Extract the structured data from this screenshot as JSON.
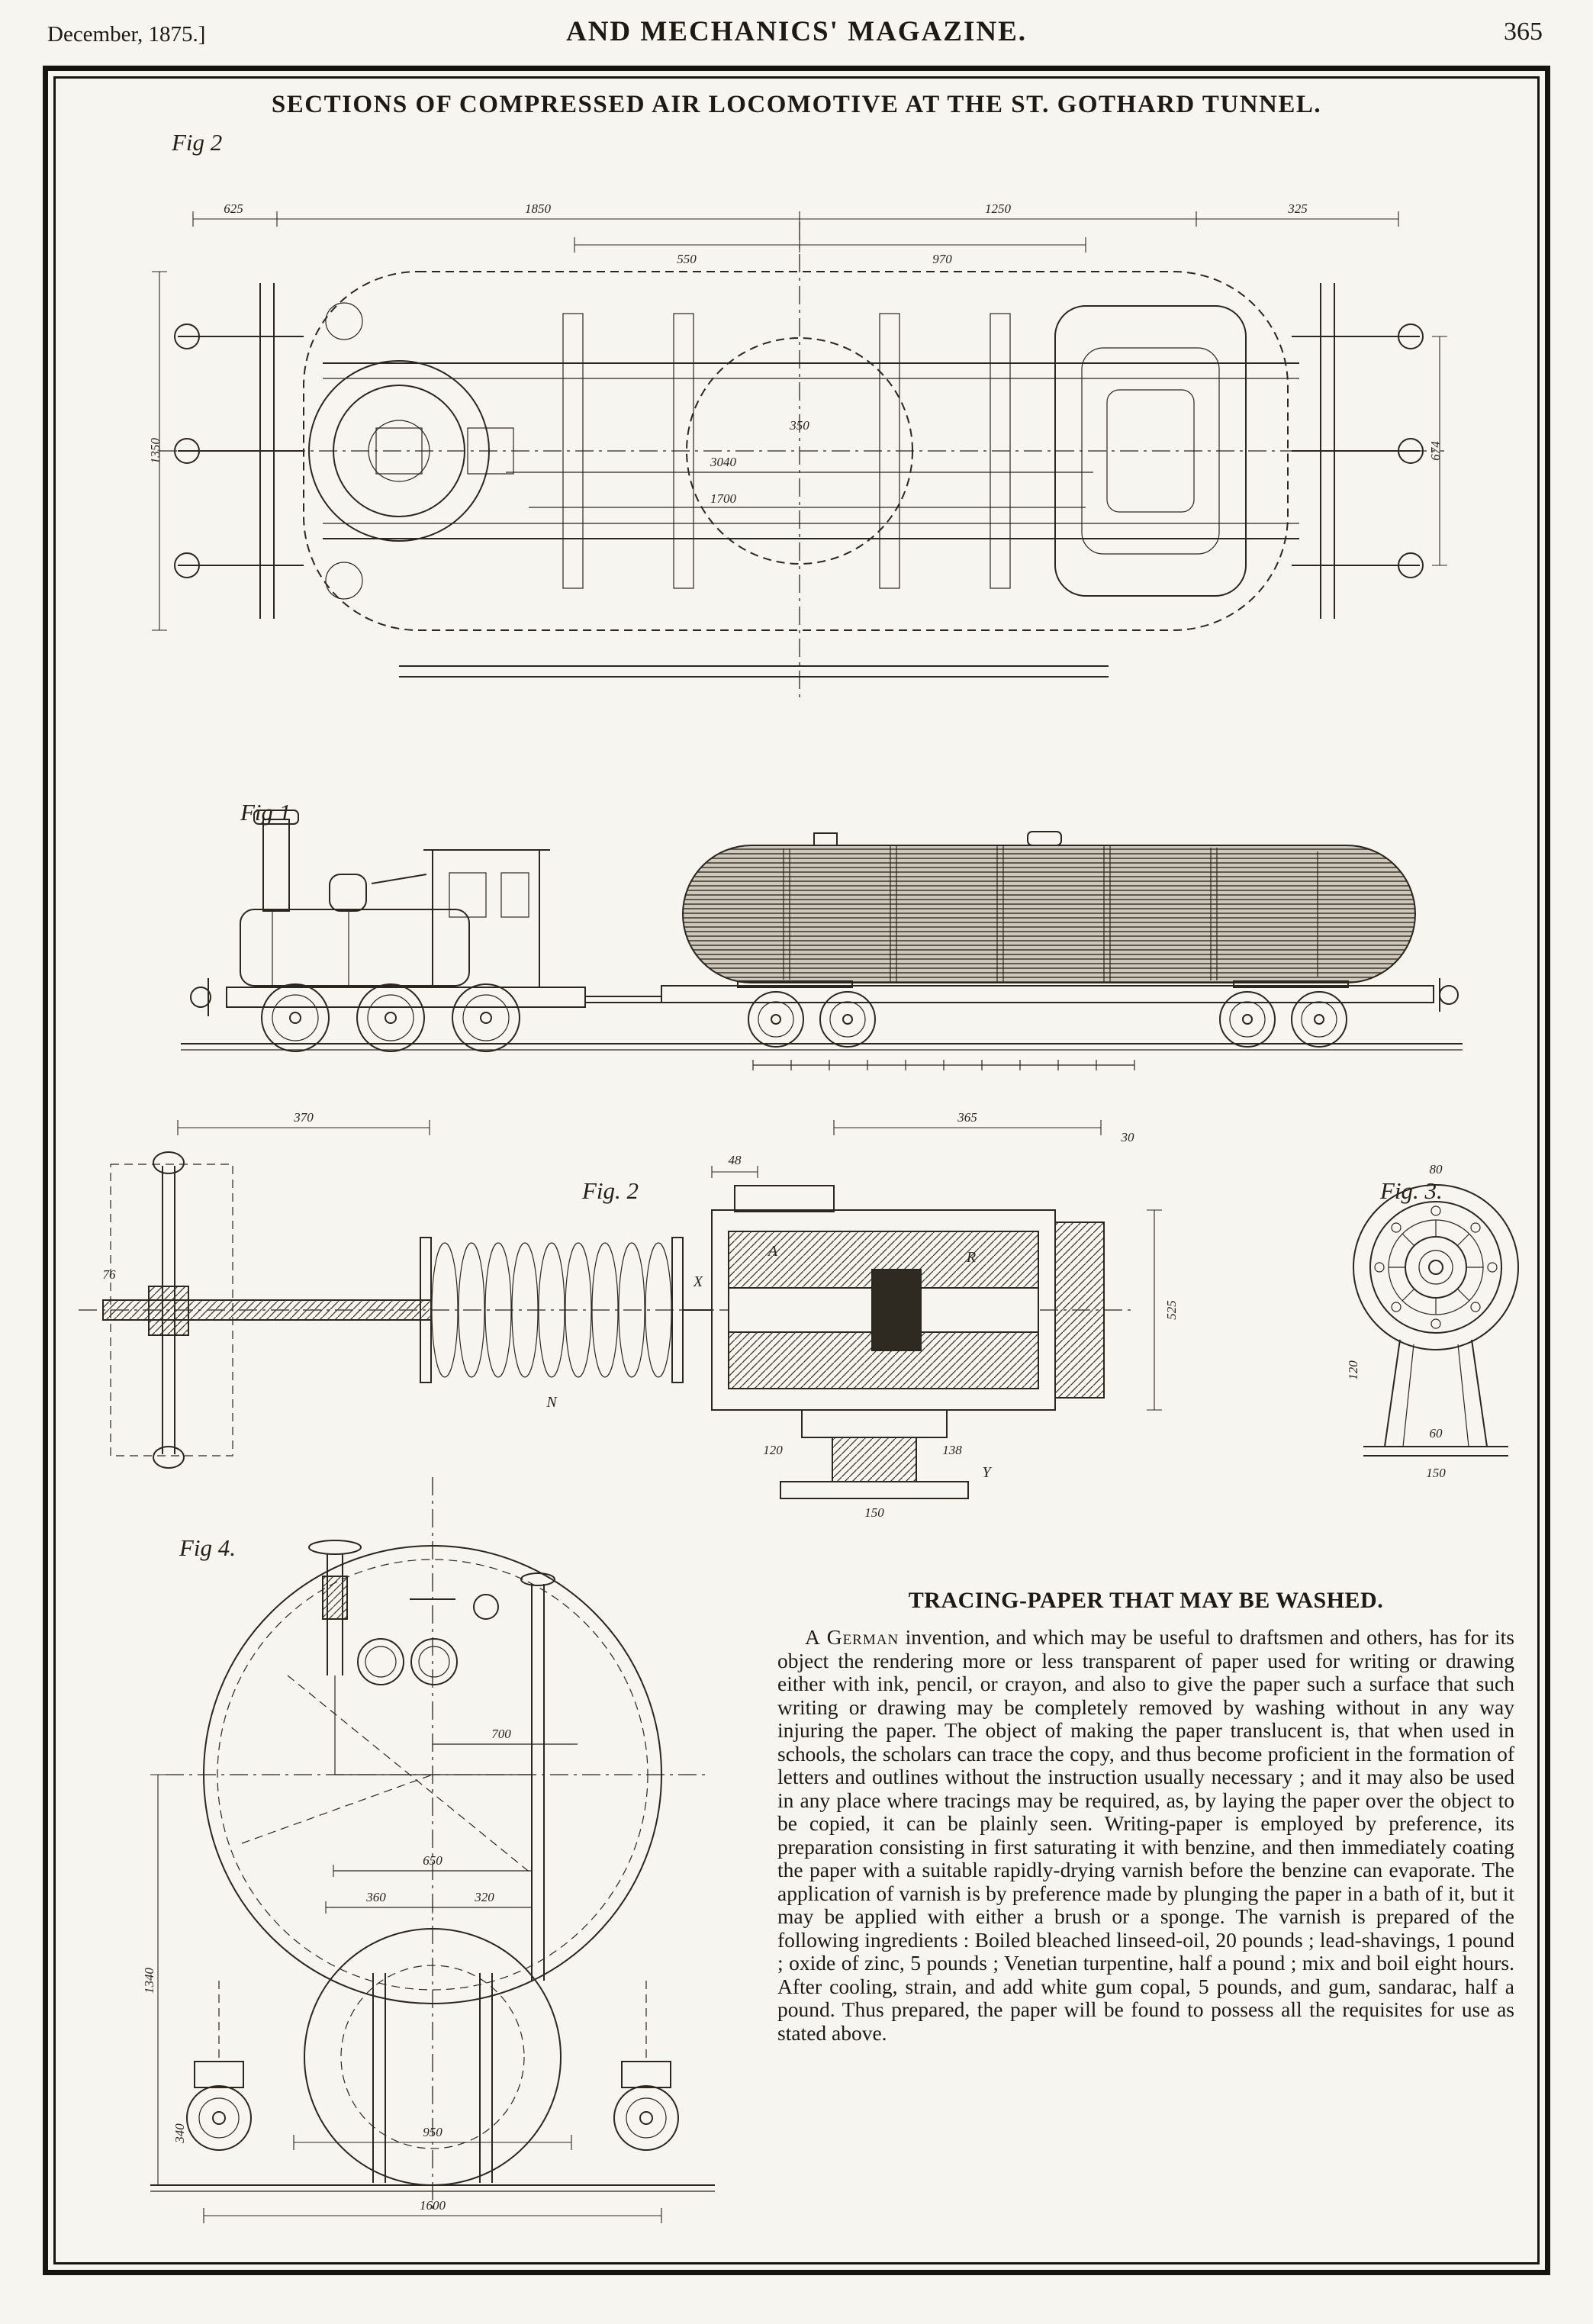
{
  "header": {
    "date": "December, 1875.]",
    "title": "AND MECHANICS' MAGAZINE.",
    "page_number": "365"
  },
  "plate": {
    "title": "SECTIONS OF COMPRESSED AIR LOCOMOTIVE AT THE ST. GOTHARD TUNNEL.",
    "plan": {
      "label": "Fig 2",
      "dims_top": [
        "625",
        "1850",
        "1250",
        "550",
        "970",
        "325"
      ],
      "dims_side": [
        "1350",
        "674"
      ],
      "dims_inner": [
        "3040",
        "350",
        "1700"
      ]
    },
    "side": {
      "label": "Fig 1"
    },
    "mech": {
      "label": "Fig. 2",
      "dims": [
        "370",
        "48",
        "365",
        "30",
        "525",
        "76",
        "120",
        "138",
        "150"
      ],
      "letters": [
        "N",
        "A",
        "R",
        "X",
        "Y"
      ]
    },
    "end_view": {
      "label": "Fig. 3.",
      "dims": [
        "80",
        "120",
        "60",
        "150"
      ]
    },
    "front": {
      "label": "Fig 4.",
      "dims": [
        "700",
        "650",
        "360",
        "320",
        "950",
        "1600",
        "1340",
        "340"
      ]
    }
  },
  "article": {
    "title": "TRACING-PAPER THAT MAY BE WASHED.",
    "lead": "A German",
    "body": "invention, and which may be useful to draftsmen and others, has for its object the rendering more or less transparent of paper used for writing or drawing either with ink, pencil, or crayon, and also to give the paper such a surface that such writing or drawing may be completely removed by washing without in any way injuring the paper.  The object of making the paper translucent is, that when used in schools, the scholars can trace the copy, and thus become proficient in the formation of letters and outlines without the instruction usually necessary ; and it may also be used in any place where tracings may be required, as, by laying the paper over the object to be copied, it can be plainly seen.  Writing-paper is employed by preference, its preparation consisting in first saturating it with benzine, and then immediately coating the paper with a suitable rapidly-drying varnish before the benzine can evaporate.  The application of varnish is by preference made by plunging the paper in a bath of it, but it may be applied with either a brush or a sponge.  The varnish is prepared of the following ingredients : Boiled bleached linseed-oil, 20 pounds ; lead-shavings, 1 pound ; oxide of zinc, 5 pounds ; Venetian turpentine, half a pound ; mix and boil eight hours.  After cooling, strain, and add white gum copal, 5 pounds, and gum, sandarac, half a pound.  Thus prepared, the paper will be found to possess all the requisites for use as stated above."
  }
}
